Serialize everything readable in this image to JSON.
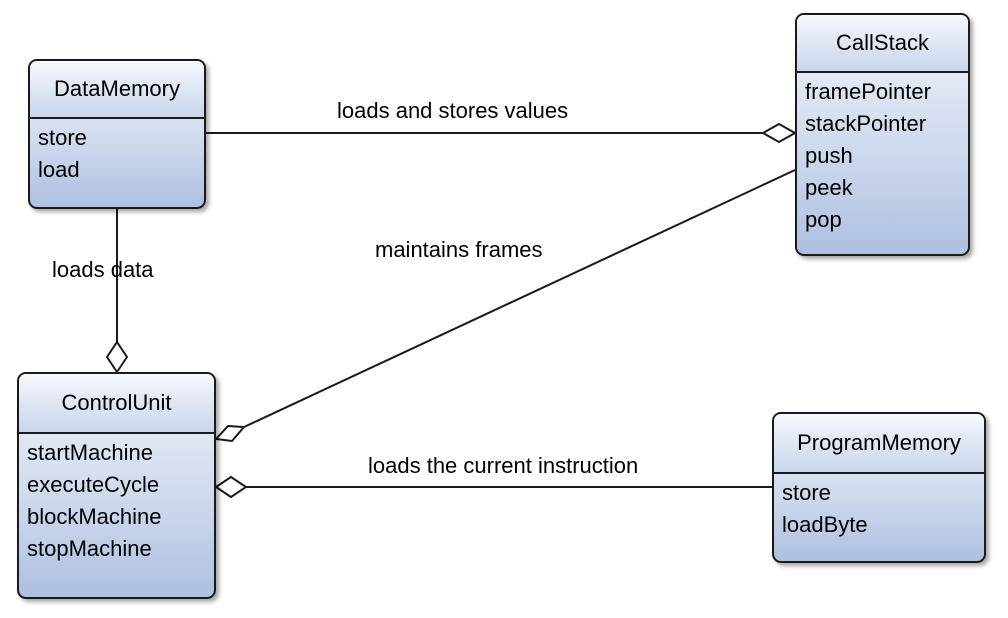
{
  "classes": {
    "data_memory": {
      "name": "DataMemory",
      "operations": [
        "store",
        "load"
      ]
    },
    "call_stack": {
      "name": "CallStack",
      "operations": [
        "framePointer",
        "stackPointer",
        "push",
        "peek",
        "pop"
      ]
    },
    "control_unit": {
      "name": "ControlUnit",
      "operations": [
        "startMachine",
        "executeCycle",
        "blockMachine",
        "stopMachine"
      ]
    },
    "program_memory": {
      "name": "ProgramMemory",
      "operations": [
        "store",
        "loadByte"
      ]
    }
  },
  "associations": {
    "datamemory_callstack": "loads and stores values",
    "datamemory_controlunit": "loads data",
    "callstack_controlunit": "maintains frames",
    "programmemory_controlunit": "loads the current instruction"
  },
  "colors": {
    "line": "#1a1a1a",
    "class_fill": "#cfdaee"
  }
}
